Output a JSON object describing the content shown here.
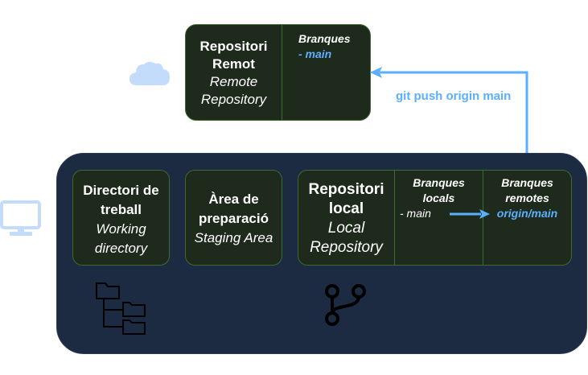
{
  "remote": {
    "title_line1": "Repositori",
    "title_line2": "Remot",
    "subtitle_line1": "Remote",
    "subtitle_line2": "Repository",
    "branches_label": "Branques",
    "branch_item": "- main"
  },
  "push_command": "git push origin main",
  "working": {
    "title_line1": "Directori de",
    "title_line2": "treball",
    "subtitle_line1": "Working",
    "subtitle_line2": "directory"
  },
  "staging": {
    "title_line1": "Àrea de",
    "title_line2": "preparació",
    "subtitle": "Staging Area"
  },
  "local": {
    "title_line1": "Repositori",
    "title_line2": "local",
    "subtitle_line1": "Local",
    "subtitle_line2": "Repository",
    "local_branches_line1": "Branques",
    "local_branches_line2": "locals",
    "local_branch_item": "- main",
    "remote_branches_line1": "Branques",
    "remote_branches_line2": "remotes",
    "remote_branch_item": "origin/main"
  },
  "icons": [
    "cloud-icon",
    "monitor-icon",
    "folder-tree-icon",
    "git-branch-icon"
  ],
  "colors": {
    "panel": "#1c2a42",
    "box_fill": "#1e2a1c",
    "box_border": "#3d6b30",
    "accent": "#5ab0ff",
    "icon_light": "#c4dcfb"
  }
}
